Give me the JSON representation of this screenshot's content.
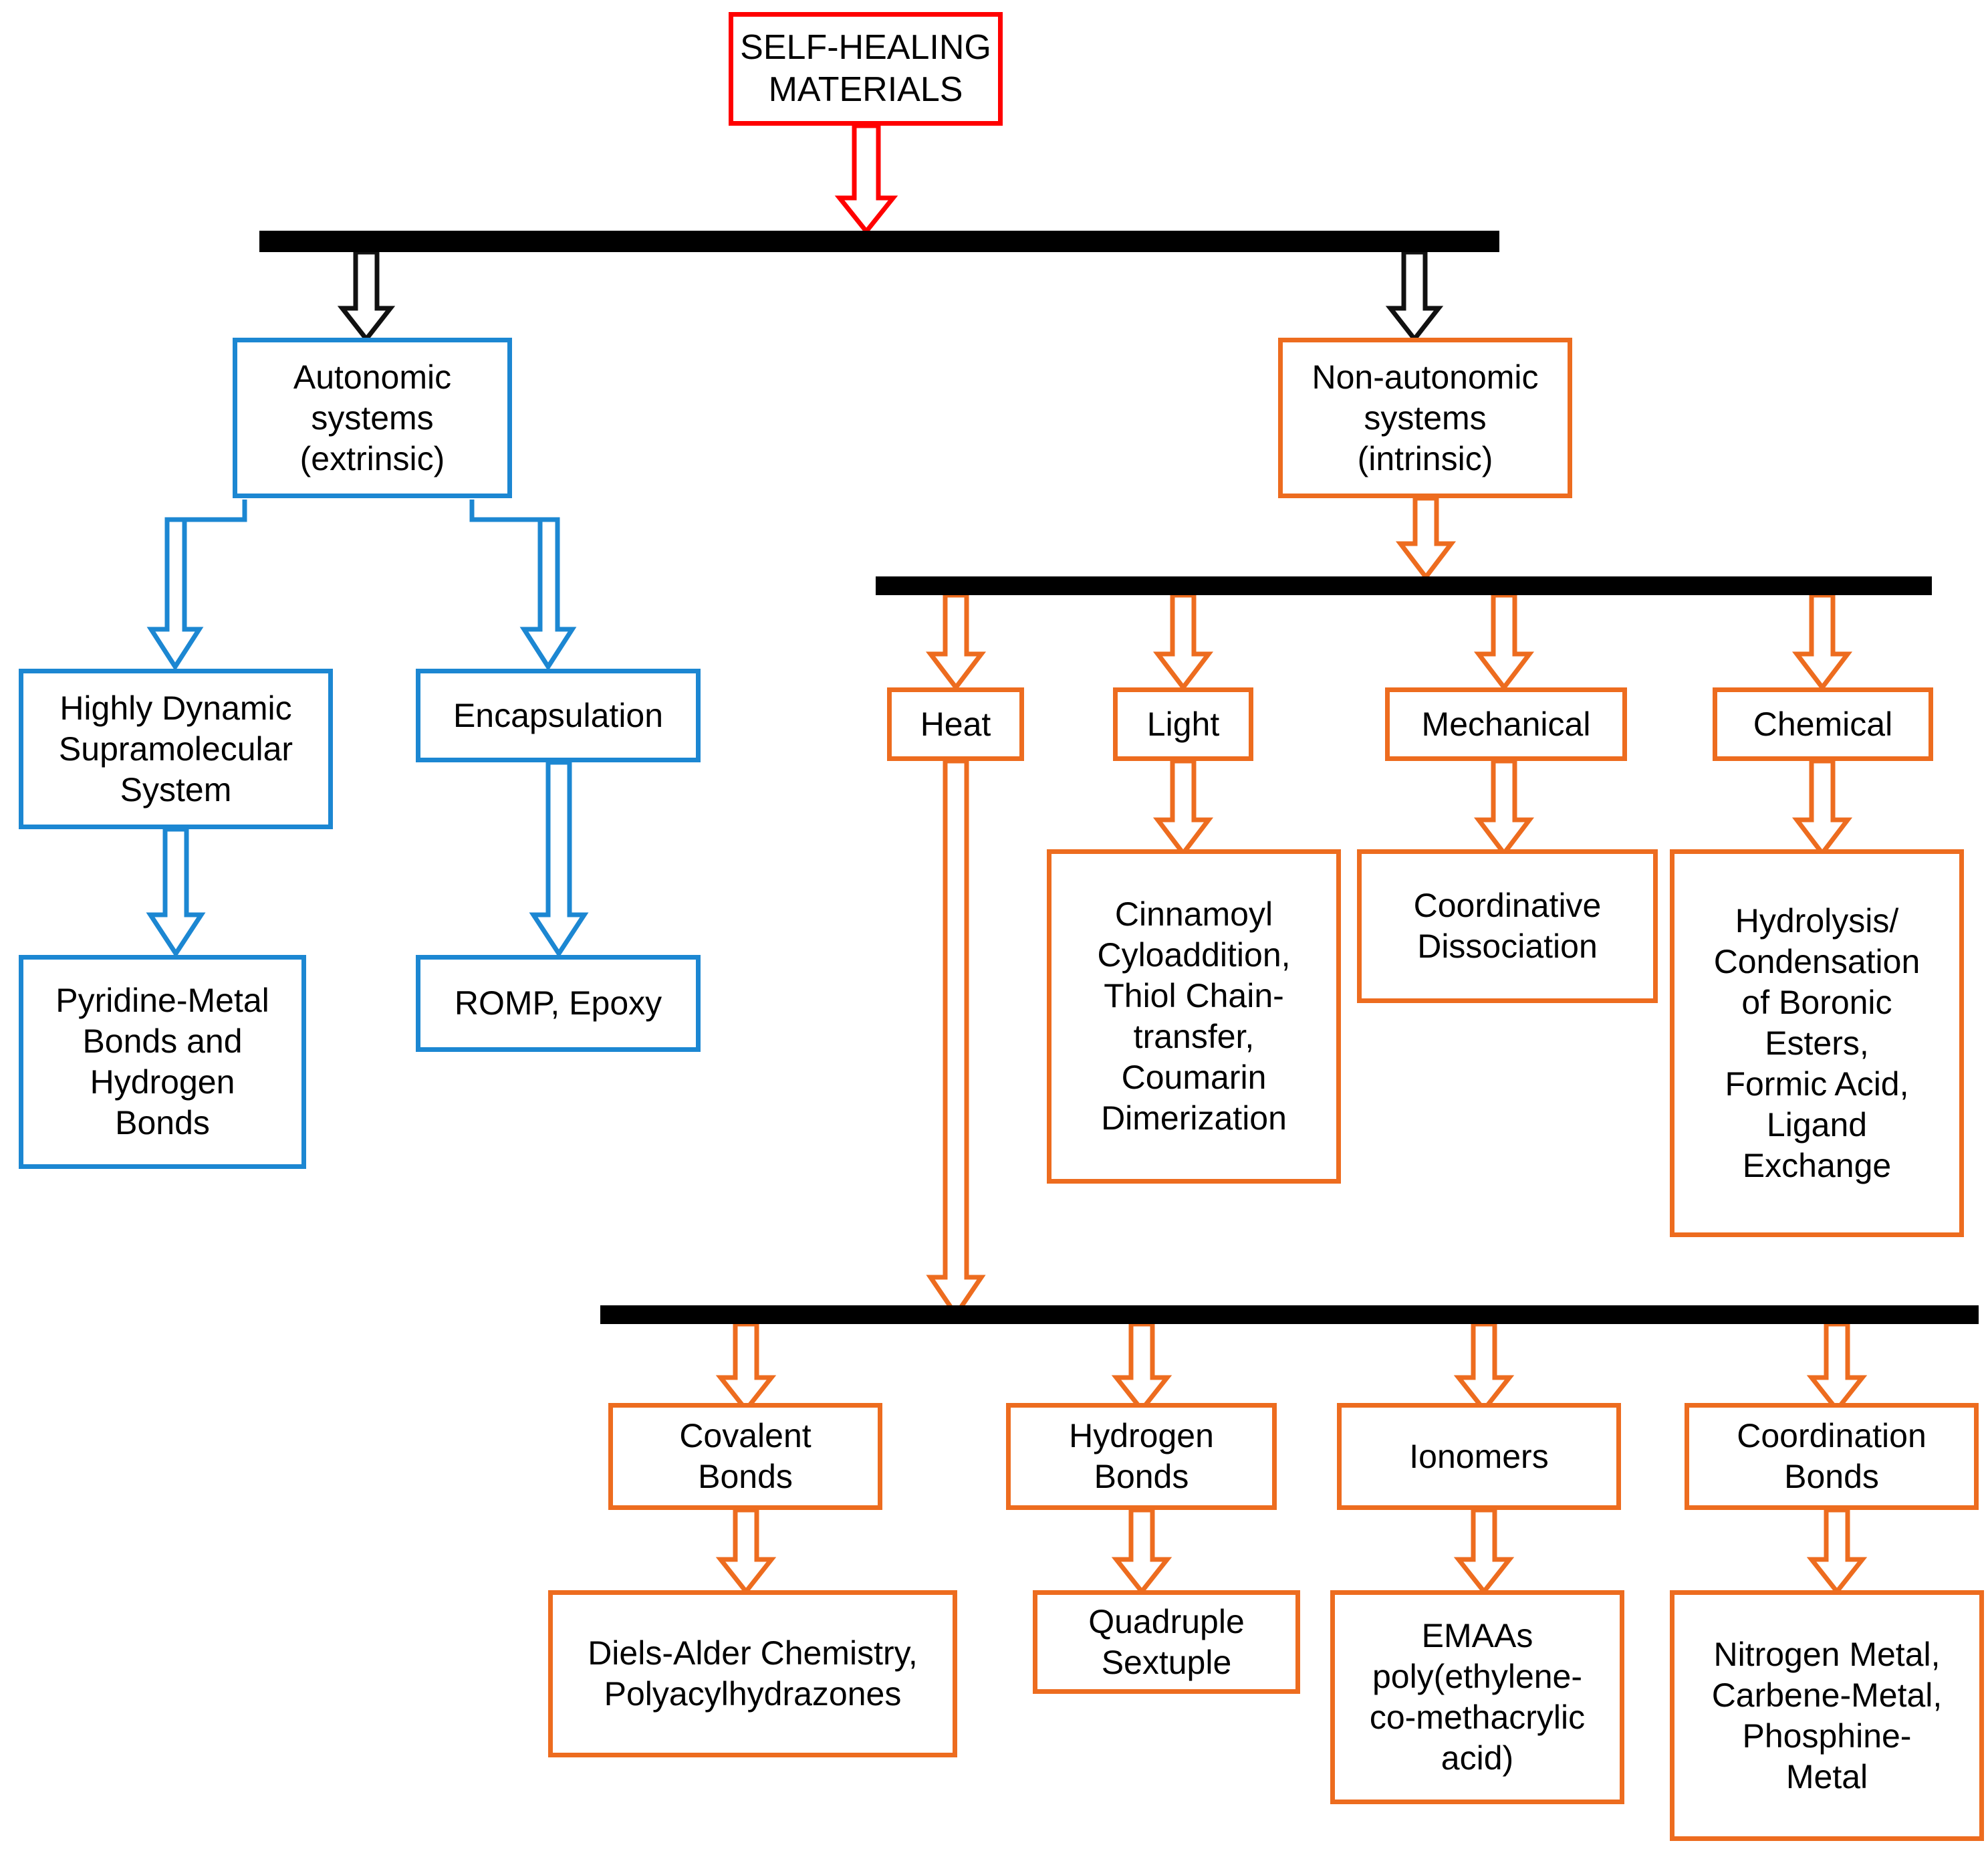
{
  "diagram": {
    "title": "Self-healing materials classification flowchart",
    "colors": {
      "root": "#FF0000",
      "extrinsic_branch": "#1C87D2",
      "intrinsic_branch": "#ED6C1F",
      "bus_bar": "#000000",
      "background": "#FFFFFF",
      "text": "#000000"
    },
    "root": {
      "label": "SELF-HEALING\nMATERIALS"
    },
    "bars": [
      {
        "name": "top-distribution-bar"
      },
      {
        "name": "stimulus-distribution-bar"
      },
      {
        "name": "heat-bond-distribution-bar"
      }
    ],
    "branches": {
      "extrinsic": {
        "label": "Autonomic\nsystems\n(extrinsic)",
        "children": [
          {
            "label": "Highly Dynamic\nSupramolecular\nSystem",
            "child": {
              "label": "Pyridine-Metal\nBonds and\nHydrogen\nBonds"
            }
          },
          {
            "label": "Encapsulation",
            "child": {
              "label": "ROMP, Epoxy"
            }
          }
        ]
      },
      "intrinsic": {
        "label": "Non-autonomic\nsystems\n(intrinsic)",
        "stimuli": [
          {
            "label": "Heat",
            "child": null
          },
          {
            "label": "Light",
            "child": {
              "label": "Cinnamoyl\nCyloaddition,\nThiol Chain-\ntransfer,\nCoumarin\nDimerization"
            }
          },
          {
            "label": "Mechanical",
            "child": {
              "label": "Coordinative\nDissociation"
            }
          },
          {
            "label": "Chemical",
            "child": {
              "label": "Hydrolysis/\nCondensation\nof Boronic\nEsters,\nFormic Acid,\nLigand\nExchange"
            }
          }
        ],
        "heat_bonds": [
          {
            "label": "Covalent\nBonds",
            "child": {
              "label": "Diels-Alder Chemistry,\nPolyacylhydrazones"
            }
          },
          {
            "label": "Hydrogen\nBonds",
            "child": {
              "label": "Quadruple\nSextuple"
            }
          },
          {
            "label": "Ionomers",
            "child": {
              "label": "EMAAs\npoly(ethylene-\nco-methacrylic\nacid)"
            }
          },
          {
            "label": "Coordination\nBonds",
            "child": {
              "label": "Nitrogen Metal,\nCarbene-Metal,\nPhosphine-\nMetal"
            }
          }
        ]
      }
    }
  }
}
